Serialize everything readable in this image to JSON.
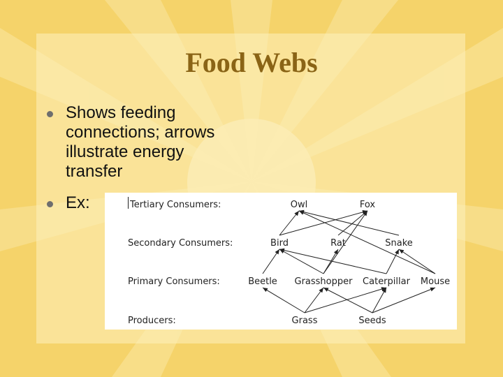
{
  "slide": {
    "title": "Food Webs",
    "bullets": [
      "Shows feeding connections; arrows illustrate energy transfer",
      "Ex:"
    ],
    "bullet_lines": [
      [
        "Shows feeding",
        "connections; arrows",
        "illustrate energy",
        "transfer"
      ],
      [
        "Ex:"
      ]
    ]
  },
  "food_web": {
    "levels": [
      "Tertiary Consumers:",
      "Secondary Consumers:",
      "Primary Consumers:",
      "Producers:"
    ],
    "organisms": {
      "owl": "Owl",
      "fox": "Fox",
      "bird": "Bird",
      "rat": "Rat",
      "snake": "Snake",
      "beetle": "Beetle",
      "grasshopper": "Grasshopper",
      "caterpillar": "Caterpillar",
      "mouse": "Mouse",
      "grass": "Grass",
      "seeds": "Seeds"
    },
    "energy_flows": [
      [
        "grass",
        "grasshopper"
      ],
      [
        "grass",
        "beetle"
      ],
      [
        "grass",
        "caterpillar"
      ],
      [
        "seeds",
        "caterpillar"
      ],
      [
        "seeds",
        "mouse"
      ],
      [
        "seeds",
        "grasshopper"
      ],
      [
        "beetle",
        "bird"
      ],
      [
        "grasshopper",
        "bird"
      ],
      [
        "caterpillar",
        "bird"
      ],
      [
        "grasshopper",
        "rat"
      ],
      [
        "mouse",
        "snake"
      ],
      [
        "caterpillar",
        "snake"
      ],
      [
        "mouse",
        "owl"
      ],
      [
        "bird",
        "owl"
      ],
      [
        "rat",
        "fox"
      ],
      [
        "bird",
        "fox"
      ],
      [
        "snake",
        "owl"
      ],
      [
        "grasshopper",
        "fox"
      ]
    ]
  },
  "colors": {
    "background": "#f5d36a",
    "title": "#8a6416",
    "bullet": "#6e6e6e",
    "text": "#111111"
  }
}
